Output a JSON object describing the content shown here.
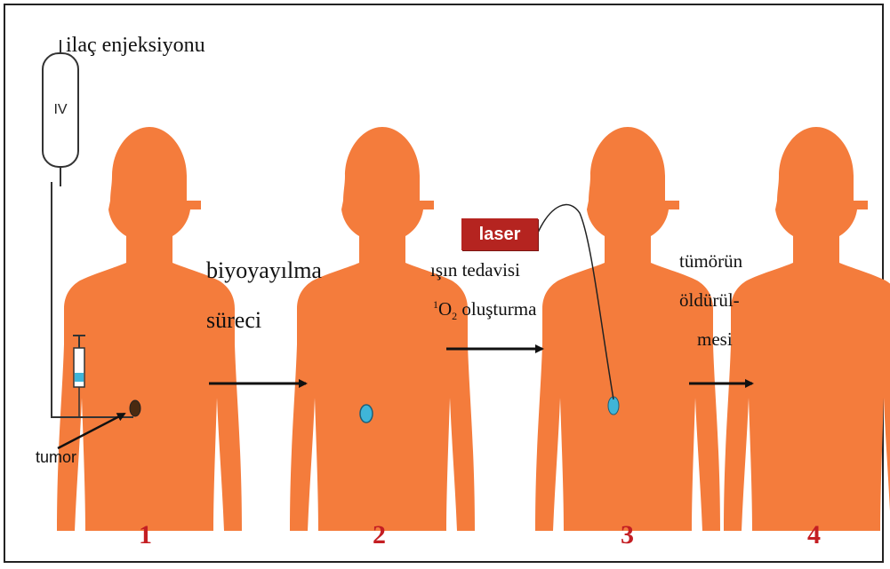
{
  "labels": {
    "injection": "ilaç enjeksiyonu",
    "iv": "IV",
    "tumor": "tumor",
    "biodistribution_line1": "biyoyayılma",
    "biodistribution_line2": "süreci",
    "light_treatment": "ışın tedavisi",
    "singlet_sup": "1",
    "singlet_o": "O",
    "singlet_sub": "2",
    "singlet_text": "oluşturma",
    "laser": "laser",
    "tumor_kill_line1": "tümörün",
    "tumor_kill_line2": "öldürül-",
    "tumor_kill_line3": "mesi"
  },
  "steps": [
    "1",
    "2",
    "3",
    "4"
  ],
  "colors": {
    "body": "#f47c3c",
    "laser_box": "#b52420",
    "step_number": "#c41e23",
    "photosensitizer": "#3fb5d8",
    "tumor": "#4a2a10",
    "arrow": "#111111"
  }
}
